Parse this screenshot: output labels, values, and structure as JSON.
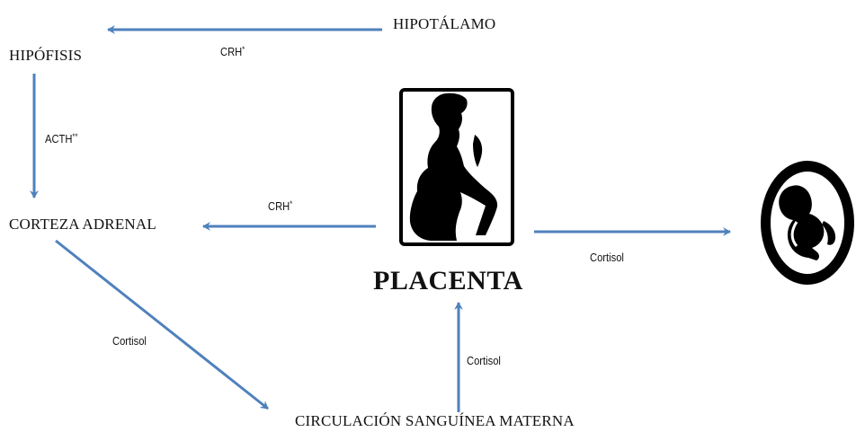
{
  "nodes": {
    "hipotalamo": "HIPOTÁLAMO",
    "hipofisis": "HIPÓFISIS",
    "corteza": "CORTEZA ADRENAL",
    "placenta": "PLACENTA",
    "circulacion": "CIRCULACIÓN SANGUÍNEA MATERNA"
  },
  "edges": {
    "hipotalamo_to_hipofisis": {
      "label": "CRH",
      "mark": "*"
    },
    "hipofisis_to_corteza": {
      "label": "ACTH",
      "mark": "**"
    },
    "placenta_to_corteza": {
      "label": "CRH",
      "mark": "*"
    },
    "corteza_to_circulacion": "Cortisol",
    "circulacion_to_placenta": "Cortisol",
    "placenta_to_fetus": "Cortisol"
  },
  "colors": {
    "arrow": "#4F81BD",
    "text": "#111111",
    "silhouette": "#000000"
  },
  "icons": {
    "pregnant_woman": "pregnant-woman-silhouette-icon",
    "fetus": "fetus-in-womb-icon"
  }
}
